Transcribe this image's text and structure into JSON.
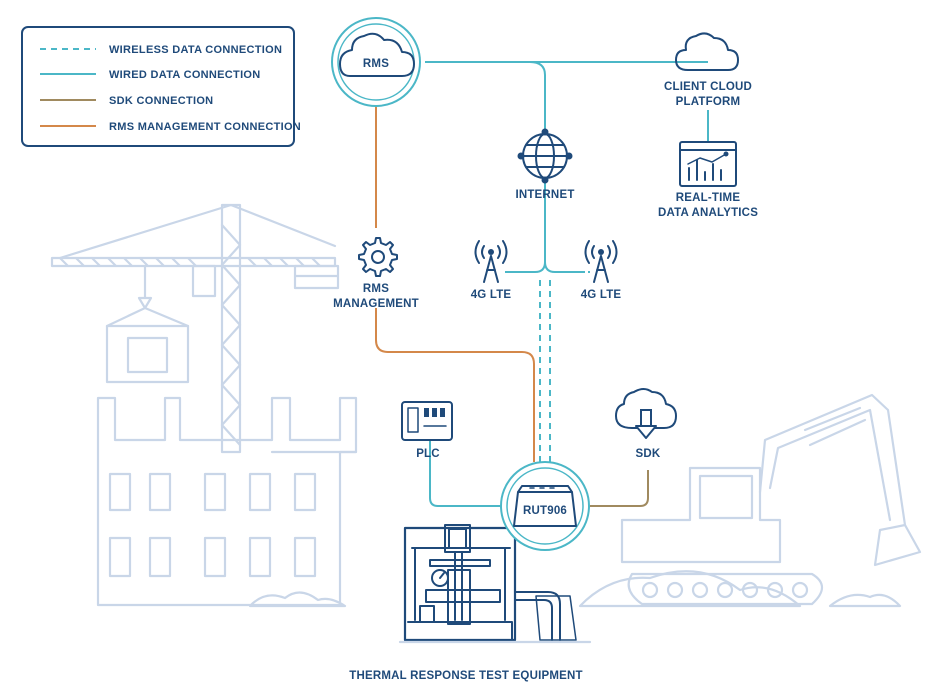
{
  "legend": {
    "wireless": "WIRELESS DATA CONNECTION",
    "wired": "WIRED DATA CONNECTION",
    "sdk": "SDK CONNECTION",
    "rms": "RMS MANAGEMENT CONNECTION"
  },
  "nodes": {
    "rms": "RMS",
    "client_cloud_1": "CLIENT CLOUD",
    "client_cloud_2": "PLATFORM",
    "internet": "INTERNET",
    "analytics_1": "REAL-TIME",
    "analytics_2": "DATA ANALYTICS",
    "rms_mgmt_1": "RMS",
    "rms_mgmt_2": "MANAGEMENT",
    "lte_left": "4G LTE",
    "lte_right": "4G LTE",
    "plc": "PLC",
    "sdk": "SDK",
    "router": "RUT906",
    "equipment": "THERMAL RESPONSE TEST EQUIPMENT"
  },
  "colors": {
    "navy": "#1f4a7a",
    "wireless": "#4bb7c7",
    "wired": "#4bb7c7",
    "sdk": "#a08a5f",
    "rms": "#d4884a",
    "ghost": "#c9d6e8"
  }
}
